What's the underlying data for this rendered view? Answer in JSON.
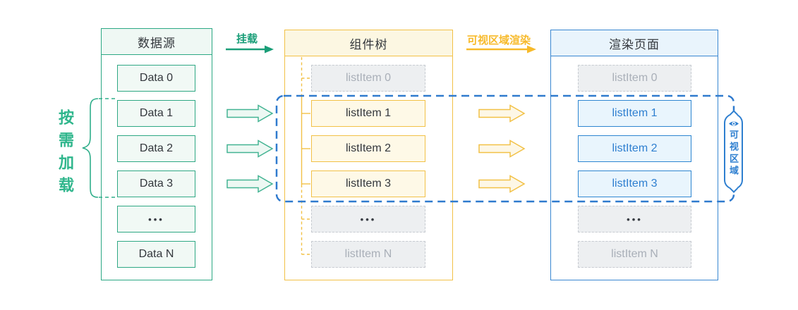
{
  "diagram": {
    "on_demand_label": "按需加载",
    "mount_arrow_label": "挂载",
    "viewport_render_arrow_label": "可视区域渲染",
    "viewport_badge_label": "可视区域",
    "columns": {
      "data_source": {
        "title": "数据源",
        "items": [
          {
            "label": "Data 0"
          },
          {
            "label": "Data 1"
          },
          {
            "label": "Data 2"
          },
          {
            "label": "Data 3"
          },
          {
            "label": "•••"
          },
          {
            "label": "Data N"
          }
        ]
      },
      "component_tree": {
        "title": "组件树",
        "items": [
          {
            "label": "listItem 0",
            "state": "inactive"
          },
          {
            "label": "listItem 1",
            "state": "active"
          },
          {
            "label": "listItem 2",
            "state": "active"
          },
          {
            "label": "listItem 3",
            "state": "active"
          },
          {
            "label": "•••",
            "state": "ellipsis"
          },
          {
            "label": "listItem N",
            "state": "inactive"
          }
        ]
      },
      "render_page": {
        "title": "渲染页面",
        "items": [
          {
            "label": "listItem 0",
            "state": "inactive"
          },
          {
            "label": "listItem 1",
            "state": "active"
          },
          {
            "label": "listItem 2",
            "state": "active"
          },
          {
            "label": "listItem 3",
            "state": "active"
          },
          {
            "label": "•••",
            "state": "ellipsis"
          },
          {
            "label": "listItem N",
            "state": "inactive"
          }
        ]
      }
    },
    "colors": {
      "teal": "#1FA37C",
      "teal_fill": "#F1F9F5",
      "yellow": "#F2C146",
      "yellow_fill": "#FEF9E7",
      "gold": "#F7BA2A",
      "blue": "#2E7FD0",
      "blue_fill": "#E9F5FD",
      "gray_fill": "#EDEFF1",
      "gray_border": "#C7CBD1",
      "gray_text": "#A9AFB8",
      "dark_text": "#33373C"
    }
  }
}
